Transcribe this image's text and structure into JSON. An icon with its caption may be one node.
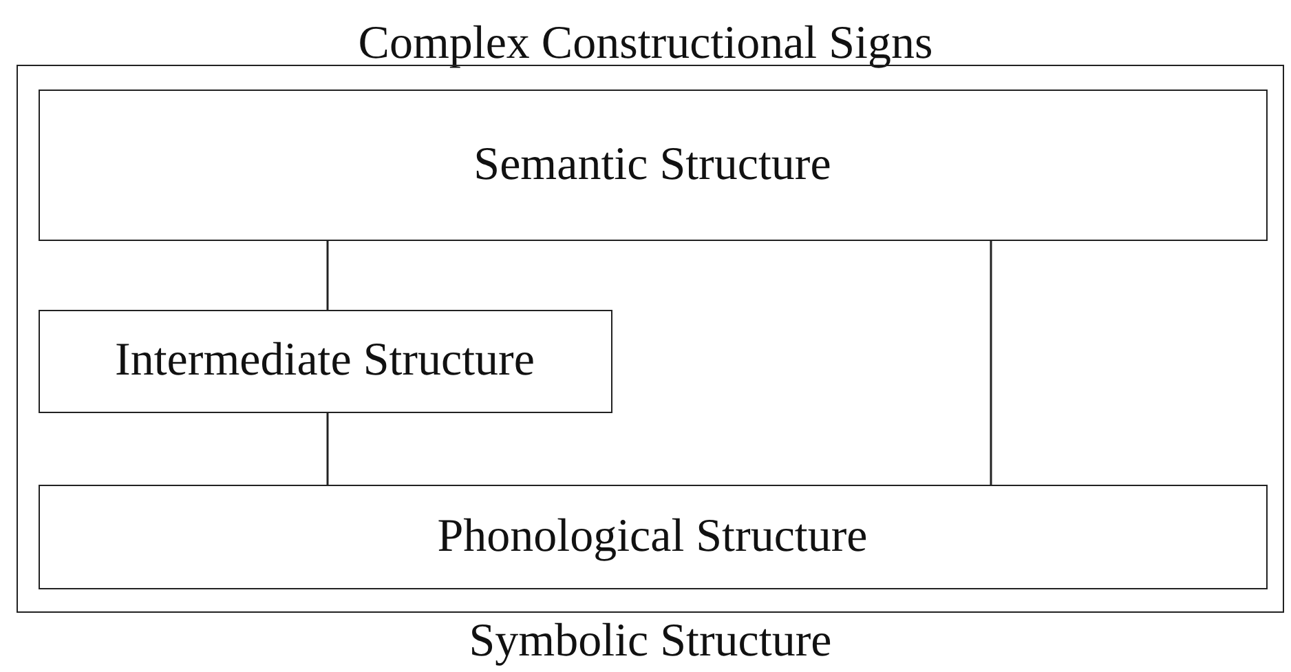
{
  "diagram": {
    "title": "Complex Constructional Signs",
    "nodes": [
      {
        "text": [
          "Symbolic Structure"
        ]
      },
      {
        "text": [
          "Semantic Structure"
        ],
        "in": 0
      },
      {
        "text": [
          "Intermediate Structure"
        ],
        "in": 0
      },
      {
        "text": [
          "Phonological Structure"
        ],
        "in": 0
      }
    ],
    "edges": [
      {
        "from": 1,
        "to": 2,
        "arrow": "none"
      },
      {
        "from": 2,
        "to": 3,
        "arrow": "none"
      },
      {
        "from": 1,
        "to": 3,
        "arrow": "none"
      }
    ]
  }
}
